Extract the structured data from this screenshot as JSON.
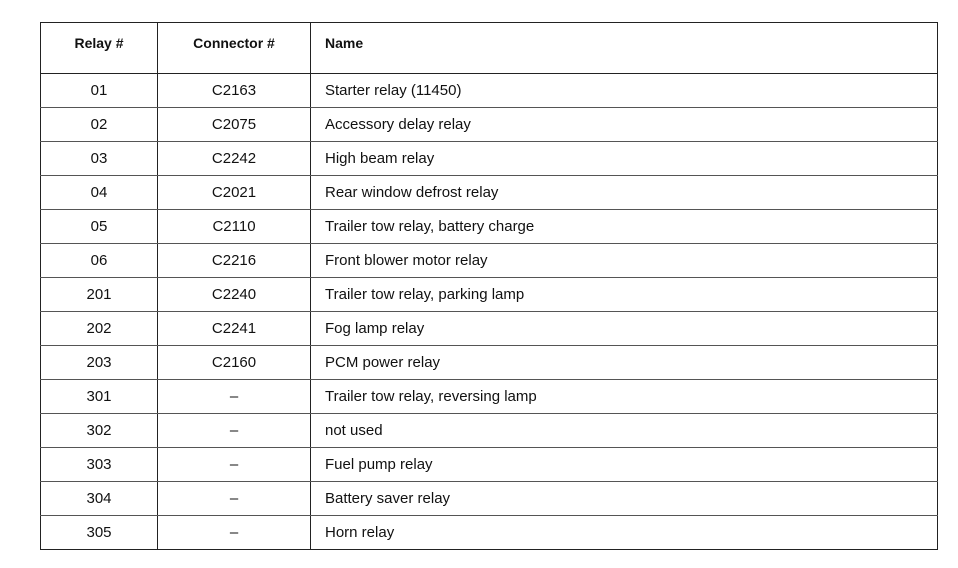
{
  "table": {
    "headers": {
      "relay": "Relay #",
      "connector": "Connector #",
      "name": "Name"
    },
    "rows": [
      {
        "relay": "01",
        "connector": "C2163",
        "name": "Starter relay (11450)"
      },
      {
        "relay": "02",
        "connector": "C2075",
        "name": "Accessory delay relay"
      },
      {
        "relay": "03",
        "connector": "C2242",
        "name": "High beam relay"
      },
      {
        "relay": "04",
        "connector": "C2021",
        "name": "Rear window defrost relay"
      },
      {
        "relay": "05",
        "connector": "C2110",
        "name": "Trailer tow relay, battery charge"
      },
      {
        "relay": "06",
        "connector": "C2216",
        "name": "Front blower motor relay"
      },
      {
        "relay": "201",
        "connector": "C2240",
        "name": "Trailer tow relay, parking lamp"
      },
      {
        "relay": "202",
        "connector": "C2241",
        "name": "Fog lamp relay"
      },
      {
        "relay": "203",
        "connector": "C2160",
        "name": "PCM power relay"
      },
      {
        "relay": "301",
        "connector": "–",
        "name": "Trailer tow relay, reversing lamp"
      },
      {
        "relay": "302",
        "connector": "–",
        "name": "not used"
      },
      {
        "relay": "303",
        "connector": "–",
        "name": "Fuel pump relay"
      },
      {
        "relay": "304",
        "connector": "–",
        "name": "Battery saver relay"
      },
      {
        "relay": "305",
        "connector": "–",
        "name": "Horn relay"
      }
    ]
  }
}
